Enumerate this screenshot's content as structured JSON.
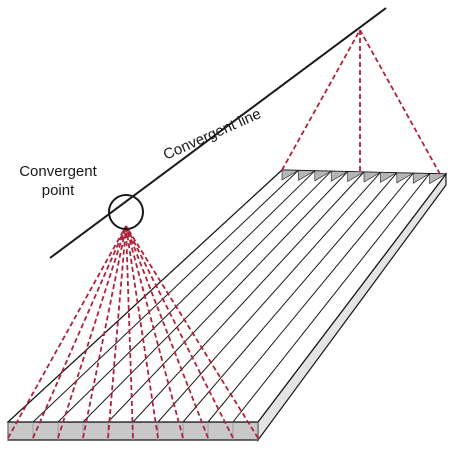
{
  "labels": {
    "convergent_line": "Convergent line",
    "convergent_point_line1": "Convergent",
    "convergent_point_line2": "point"
  },
  "colors": {
    "ink": "#1a1a1a",
    "projection": "#b0223a",
    "top_face": "#ffffff",
    "front_face": "#c8c8c8",
    "side_face": "#e4e4e4",
    "septa": "#909090"
  },
  "septa_count": 10
}
